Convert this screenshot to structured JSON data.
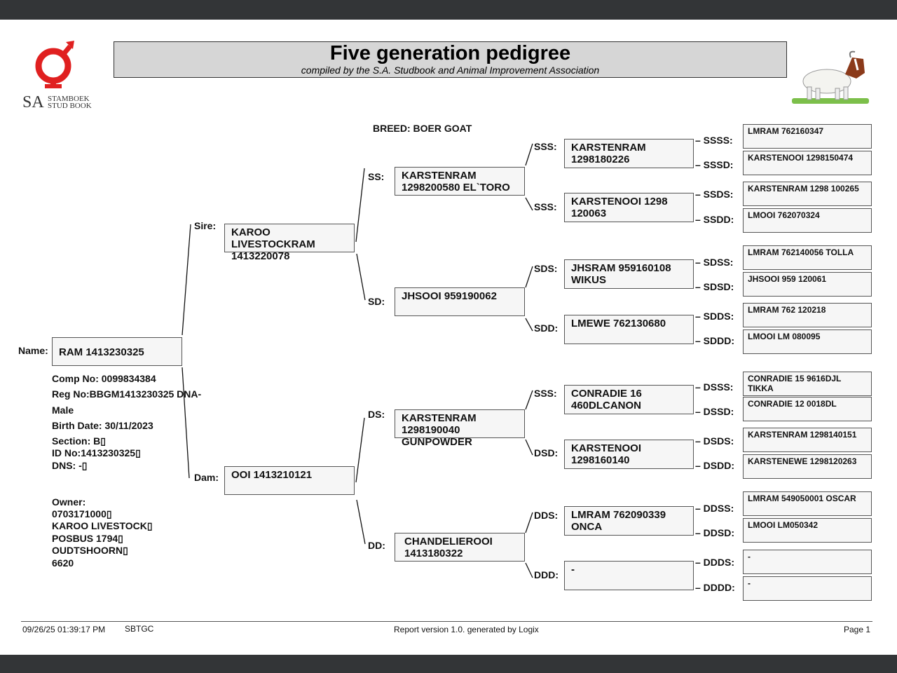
{
  "header": {
    "title": "Five generation pedigree",
    "subtitle": "compiled by the S.A. Studbook and Animal Improvement Association",
    "logo_text": "SA STAMBOEK STUD BOOK",
    "logo_color": "#e02020"
  },
  "breed": "BREED: BOER GOAT",
  "animal": {
    "name_label": "Name:",
    "name": "RAM 1413230325",
    "comp_no": "Comp No: 0099834384",
    "reg_no": "Reg No:BBGM1413230325 DNA-",
    "sex": "Male",
    "birth_date": "Birth Date: 30/11/2023",
    "section": "Section: B▯",
    "id_no": "ID No:1413230325▯",
    "dns": "DNS: -▯",
    "owner_label": "Owner:",
    "owner_lines": [
      "0703171000▯",
      "KAROO LIVESTOCK▯",
      "POSBUS 1794▯",
      "OUDTSHOORN▯",
      "6620"
    ]
  },
  "gen2": [
    {
      "label": "Sire:",
      "name": "KAROO LIVESTOCKRAM 1413220078"
    },
    {
      "label": "Dam:",
      "name": "OOI 1413210121"
    }
  ],
  "gen3": [
    {
      "label": "SS:",
      "name": "KARSTENRAM 1298200580 EL`TORO"
    },
    {
      "label": "SD:",
      "name": "JHSOOI 959190062"
    },
    {
      "label": "DS:",
      "name": "KARSTENRAM 1298190040 GUNPOWDER"
    },
    {
      "label": "DD:",
      "name": "CHANDELIEROOI 1413180322"
    }
  ],
  "gen4": [
    {
      "label": "SSS:",
      "name": "KARSTENRAM 1298180226"
    },
    {
      "label": "SSS:",
      "name": "KARSTENOOI 1298 120063"
    },
    {
      "label": "SDS:",
      "name": "JHSRAM 959160108 WIKUS"
    },
    {
      "label": "SDD:",
      "name": "LMEWE 762130680"
    },
    {
      "label": "SSS:",
      "name": "CONRADIE 16 460DLCANON"
    },
    {
      "label": "DSD:",
      "name": "KARSTENOOI 1298160140"
    },
    {
      "label": "DDS:",
      "name": "LMRAM 762090339 ONCA"
    },
    {
      "label": "DDD:",
      "name": "-"
    }
  ],
  "gen5": [
    {
      "label": "– SSSS:",
      "name": "LMRAM 762160347"
    },
    {
      "label": "– SSSD:",
      "name": "KARSTENOOI 1298150474"
    },
    {
      "label": "– SSDS:",
      "name": "KARSTENRAM 1298 100265"
    },
    {
      "label": "– SSDD:",
      "name": "LMOOI 762070324"
    },
    {
      "label": "– SDSS:",
      "name": "LMRAM 762140056 TOLLA"
    },
    {
      "label": "– SDSD:",
      "name": "JHSOOI 959 120061"
    },
    {
      "label": "– SDDS:",
      "name": "LMRAM 762 120218"
    },
    {
      "label": "– SDDD:",
      "name": "LMOOI LM 080095"
    },
    {
      "label": "– DSSS:",
      "name": "CONRADIE 15 9616DJL TIKKA"
    },
    {
      "label": "– DSSD:",
      "name": "CONRADIE 12 0018DL"
    },
    {
      "label": "– DSDS:",
      "name": "KARSTENRAM 1298140151"
    },
    {
      "label": "– DSDD:",
      "name": "KARSTENEWE 1298120263"
    },
    {
      "label": "– DDSS:",
      "name": "LMRAM 549050001 OSCAR"
    },
    {
      "label": "– DDSD:",
      "name": "LMOOI LM050342"
    },
    {
      "label": "– DDDS:",
      "name": "-"
    },
    {
      "label": "– DDDD:",
      "name": "-"
    }
  ],
  "footer": {
    "timestamp": "09/26/25 01:39:17 PM",
    "code": "SBTGC",
    "report": "Report version 1.0. generated by Logix",
    "page": "Page 1"
  }
}
